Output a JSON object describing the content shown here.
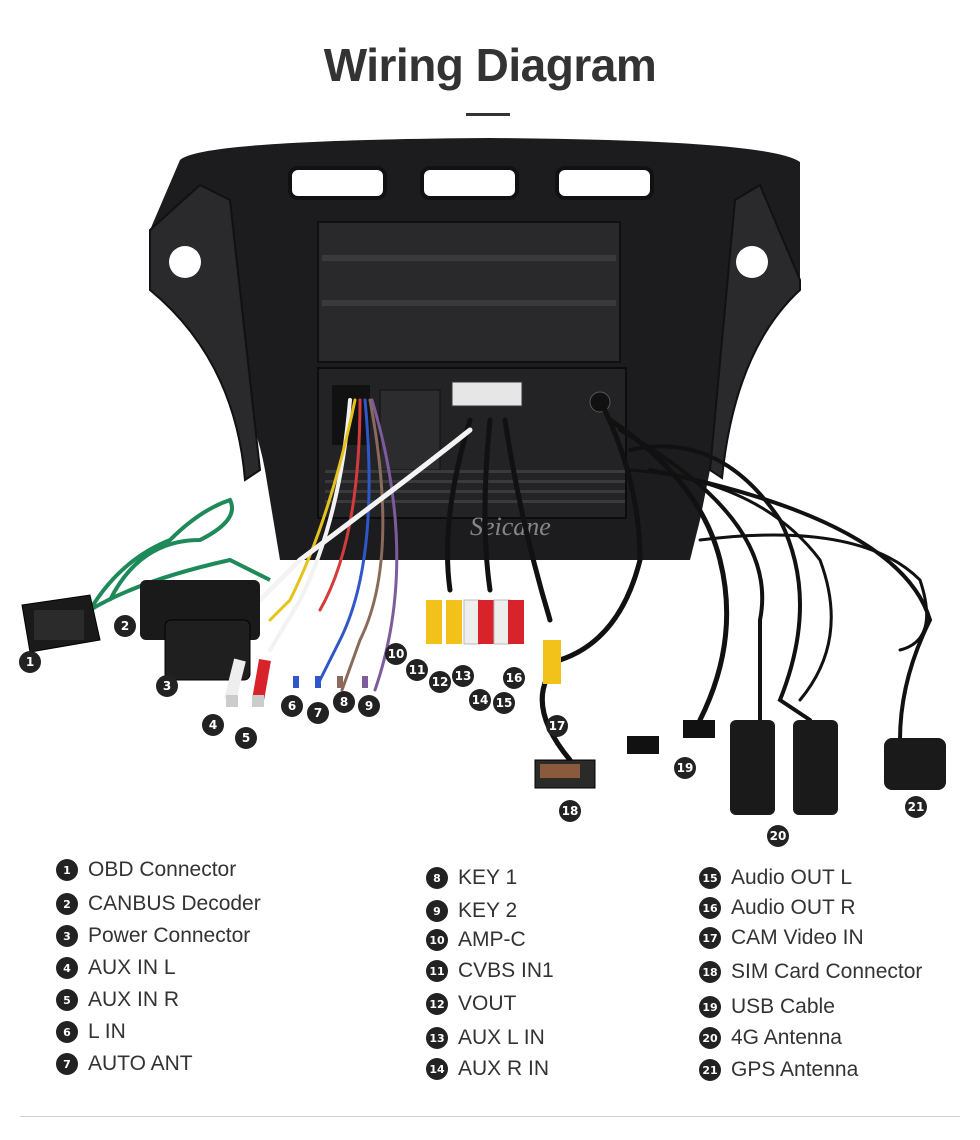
{
  "title": "Wiring Diagram",
  "watermark": "Seicane",
  "legend": [
    {
      "num": "1",
      "label": "OBD Connector"
    },
    {
      "num": "2",
      "label": "CANBUS Decoder"
    },
    {
      "num": "3",
      "label": "Power Connector"
    },
    {
      "num": "4",
      "label": "AUX IN L"
    },
    {
      "num": "5",
      "label": "AUX IN R"
    },
    {
      "num": "6",
      "label": "L IN"
    },
    {
      "num": "7",
      "label": "AUTO ANT"
    },
    {
      "num": "8",
      "label": "KEY 1"
    },
    {
      "num": "9",
      "label": "KEY 2"
    },
    {
      "num": "10",
      "label": "AMP-C"
    },
    {
      "num": "11",
      "label": "CVBS IN1"
    },
    {
      "num": "12",
      "label": "VOUT"
    },
    {
      "num": "13",
      "label": "AUX L IN"
    },
    {
      "num": "14",
      "label": "AUX R IN"
    },
    {
      "num": "15",
      "label": "Audio OUT L"
    },
    {
      "num": "16",
      "label": "Audio OUT R"
    },
    {
      "num": "17",
      "label": "CAM Video IN"
    },
    {
      "num": "18",
      "label": "SIM Card Connector"
    },
    {
      "num": "19",
      "label": "USB Cable"
    },
    {
      "num": "20",
      "label": "4G Antenna"
    },
    {
      "num": "21",
      "label": "GPS Antenna"
    }
  ],
  "callouts": [
    "1",
    "2",
    "3",
    "4",
    "5",
    "6",
    "7",
    "8",
    "9",
    "10",
    "11",
    "12",
    "13",
    "14",
    "15",
    "16",
    "17",
    "18",
    "19",
    "20",
    "21"
  ],
  "colors": {
    "panel": "#1c1c1e",
    "badge": "#222222",
    "rca_red": "#d8232a",
    "rca_yellow": "#f2c21b",
    "rca_white": "#eeeeee",
    "green_wire": "#1e8a5a"
  }
}
